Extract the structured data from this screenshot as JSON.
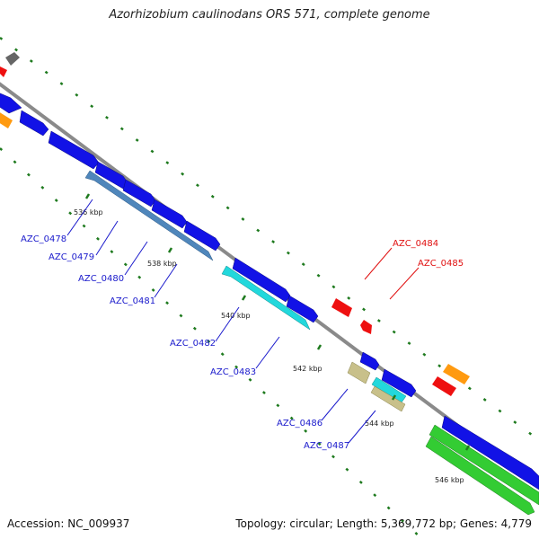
{
  "title": "Azorhizobium caulinodans ORS 571, complete genome",
  "accession": "Accession: NC_009937",
  "topology": "Topology: circular; Length: 5,369,772 bp; Genes: 4,779",
  "ticks": [
    "536 kbp",
    "538 kbp",
    "540 kbp",
    "542 kbp",
    "544 kbp",
    "546 kbp"
  ],
  "genes": [
    {
      "label": "AZC_0478",
      "color": "#1a1acc"
    },
    {
      "label": "AZC_0479",
      "color": "#1a1acc"
    },
    {
      "label": "AZC_0480",
      "color": "#1a1acc"
    },
    {
      "label": "AZC_0481",
      "color": "#1a1acc"
    },
    {
      "label": "AZC_0482",
      "color": "#1a1acc"
    },
    {
      "label": "AZC_0483",
      "color": "#1a1acc"
    },
    {
      "label": "AZC_0484",
      "color": "#e01010"
    },
    {
      "label": "AZC_0485",
      "color": "#e01010"
    },
    {
      "label": "AZC_0486",
      "color": "#1a1acc"
    },
    {
      "label": "AZC_0487",
      "color": "#1a1acc"
    }
  ],
  "colors": {
    "backbone": "#8a8a8a",
    "cds_blue": "#1212e6",
    "steel_blue": "#4f86bb",
    "cyan": "#22d8dc",
    "red": "#ee1010",
    "orange": "#ff9a10",
    "khaki": "#c8c08a",
    "green": "#33cc33",
    "gray": "#666666",
    "dotted_ring": "#1e7a1e"
  }
}
